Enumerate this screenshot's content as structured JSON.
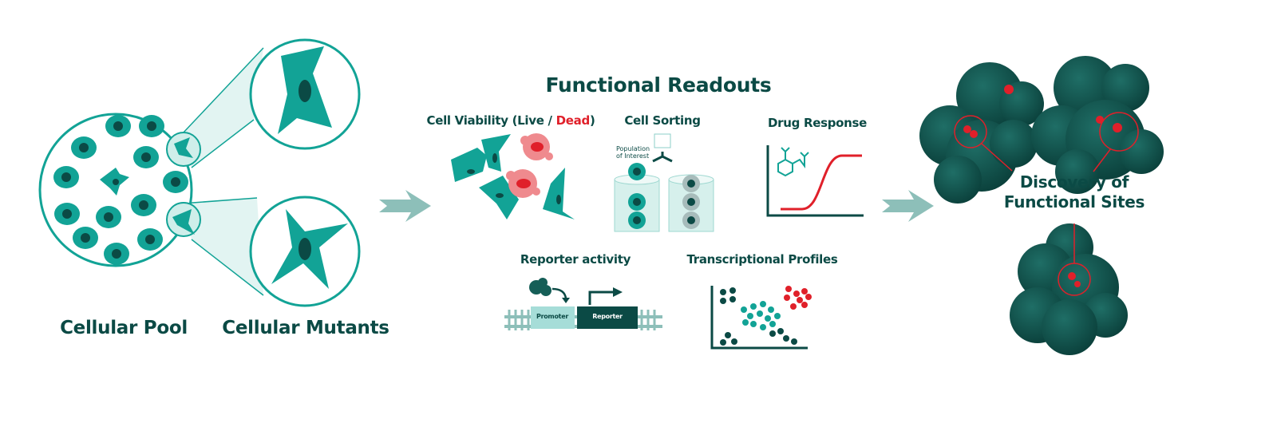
{
  "colors": {
    "teal": "#12a396",
    "dark": "#0b4a45",
    "red": "#e0202a",
    "light": "#cfeeea",
    "arrow": "#8dbfb9"
  },
  "labels": {
    "cellular_pool": "Cellular Pool",
    "cellular_mutants": "Cellular Mutants",
    "functional_readouts": "Functional Readouts",
    "discovery_line1": "Discovery of",
    "discovery_line2": "Functional Sites"
  },
  "readouts": {
    "viability_prefix": "Cell Viability (Live / ",
    "viability_dead": "Dead",
    "viability_suffix": ")",
    "sorting": "Cell Sorting",
    "sorting_note_line1": "Population",
    "sorting_note_line2": "of Interest",
    "drug": "Drug Response",
    "reporter": "Reporter activity",
    "promoter_box": "Promoter",
    "reporter_box": "Reporter",
    "transcriptional": "Transcriptional Profiles"
  }
}
